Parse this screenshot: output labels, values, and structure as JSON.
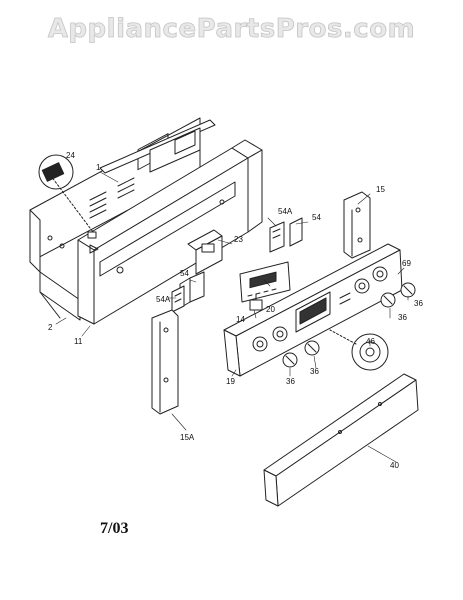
{
  "watermark": "AppliancePartsPros.com",
  "date_code": "7/03",
  "callouts": [
    "24",
    "1",
    "15",
    "54A",
    "54",
    "23",
    "20",
    "54",
    "69",
    "54A",
    "14",
    "36",
    "36",
    "2",
    "11",
    "46",
    "19",
    "36",
    "36",
    "15A",
    "40"
  ]
}
